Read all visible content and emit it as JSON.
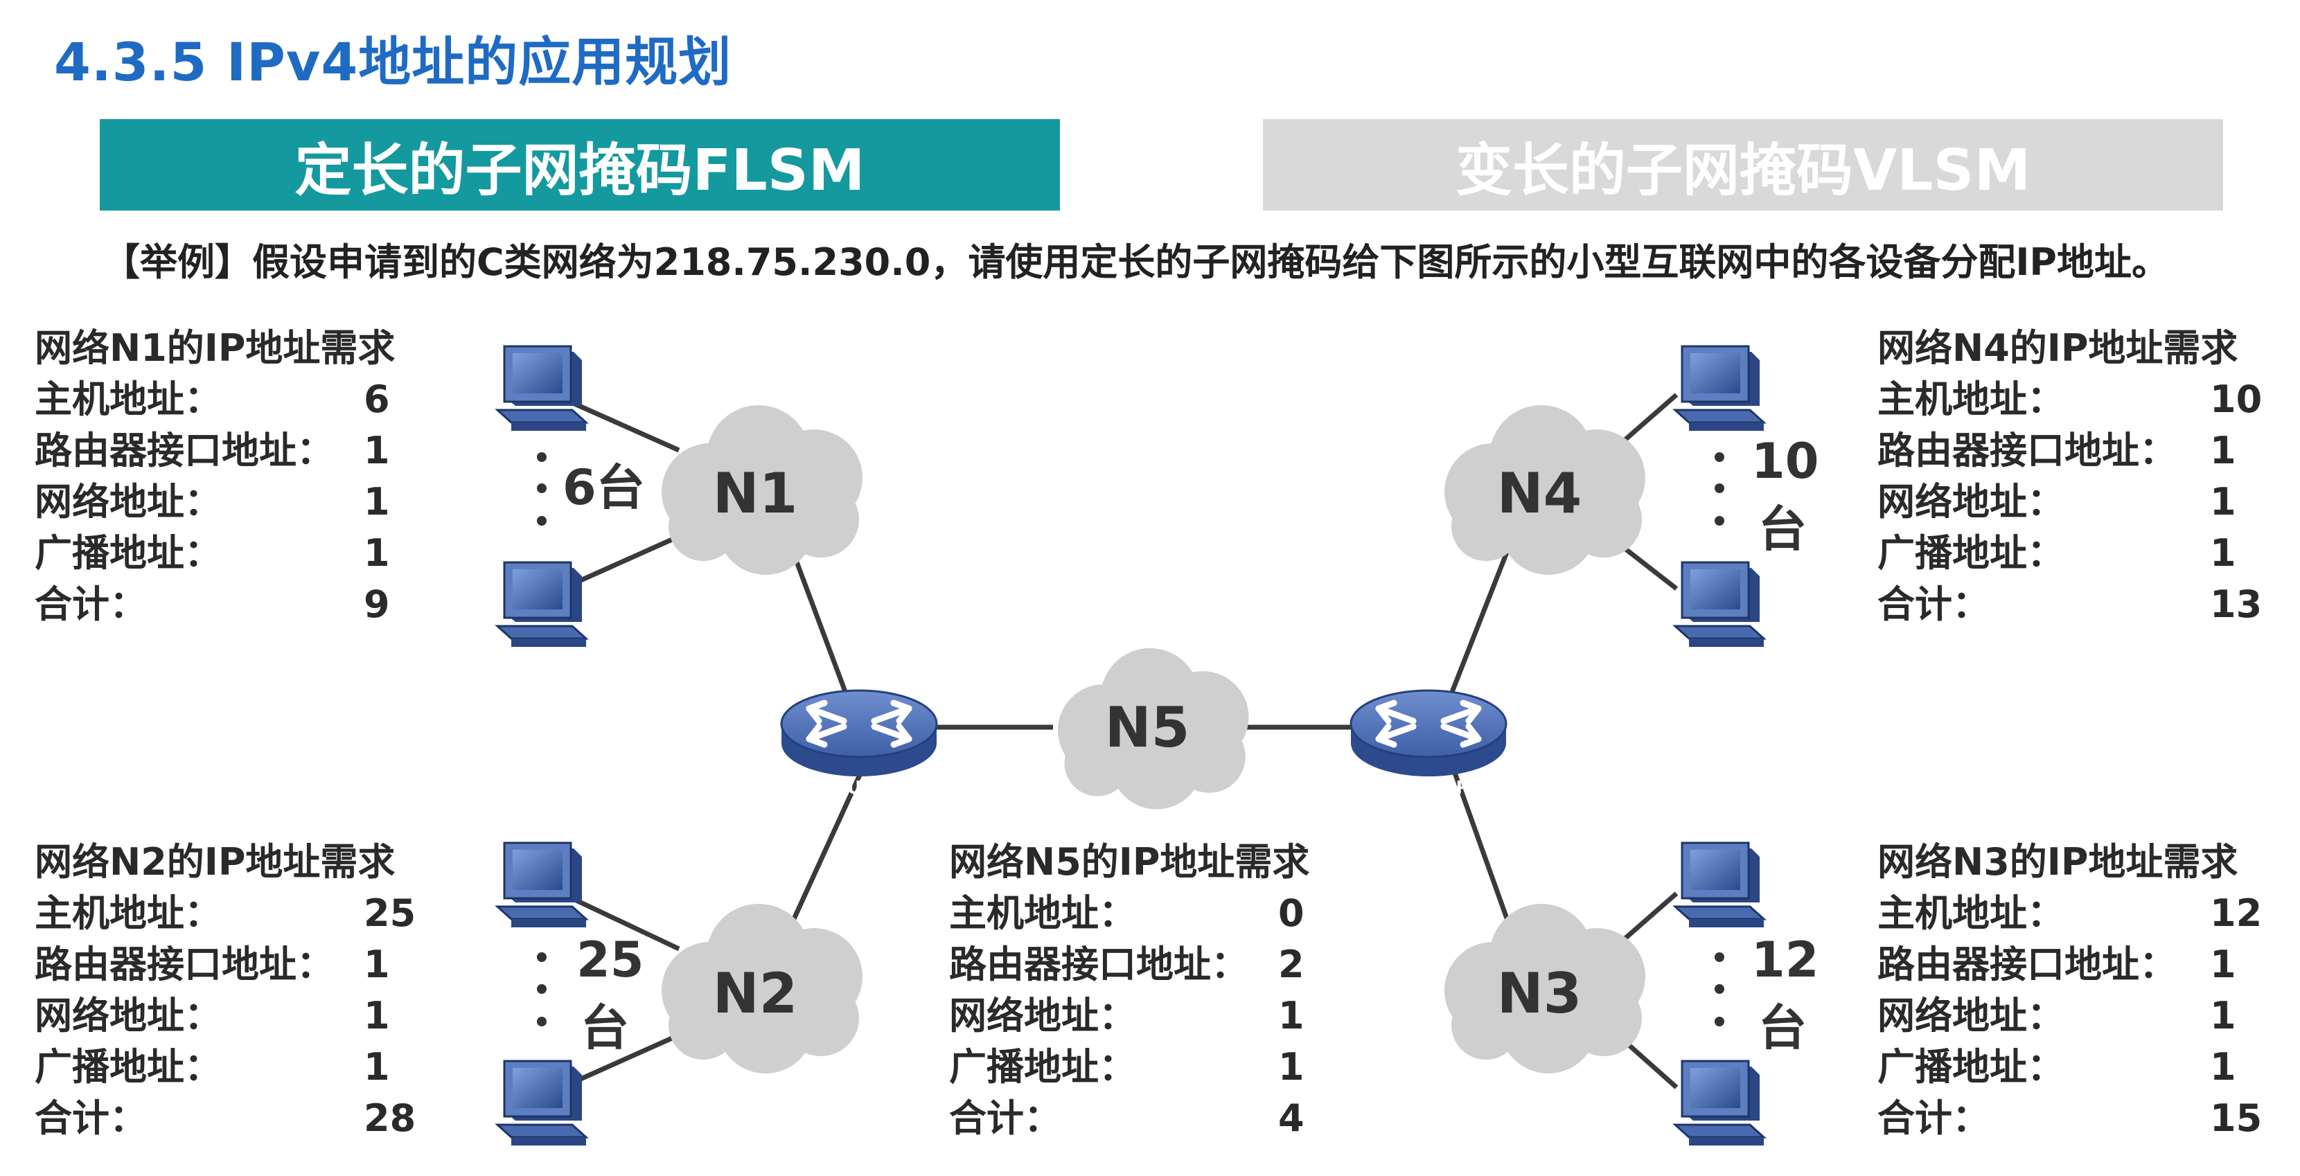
{
  "title": "4.3.5 IPv4地址的应用规划",
  "banners": {
    "flsm": "定长的子网掩码FLSM",
    "vlsm": "变长的子网掩码VLSM"
  },
  "example_text": "【举例】假设申请到的C类网络为218.75.230.0，请使用定长的子网掩码给下图所示的小型互联网中的各设备分配IP地址。",
  "networks": {
    "N1": {
      "label": "N1",
      "hosts_label": "6台"
    },
    "N2": {
      "label": "N2",
      "hosts_label_line1": "25",
      "hosts_label_line2": "台"
    },
    "N3": {
      "label": "N3",
      "hosts_label_line1": "12",
      "hosts_label_line2": "台"
    },
    "N4": {
      "label": "N4",
      "hosts_label_line1": "10",
      "hosts_label_line2": "台"
    },
    "N5": {
      "label": "N5"
    }
  },
  "router_label": "ROUTER",
  "requirements": {
    "N1": {
      "heading": "网络N1的IP地址需求",
      "rows": [
        {
          "label": "主机地址：",
          "value": "6"
        },
        {
          "label": "路由器接口地址：",
          "value": "1"
        },
        {
          "label": "网络地址：",
          "value": "1"
        },
        {
          "label": "广播地址：",
          "value": "1"
        },
        {
          "label": "合计：",
          "value": "9"
        }
      ]
    },
    "N2": {
      "heading": "网络N2的IP地址需求",
      "rows": [
        {
          "label": "主机地址：",
          "value": "25"
        },
        {
          "label": "路由器接口地址：",
          "value": "1"
        },
        {
          "label": "网络地址：",
          "value": "1"
        },
        {
          "label": "广播地址：",
          "value": "1"
        },
        {
          "label": "合计：",
          "value": "28"
        }
      ]
    },
    "N3": {
      "heading": "网络N3的IP地址需求",
      "rows": [
        {
          "label": "主机地址：",
          "value": "12"
        },
        {
          "label": "路由器接口地址：",
          "value": "1"
        },
        {
          "label": "网络地址：",
          "value": "1"
        },
        {
          "label": "广播地址：",
          "value": "1"
        },
        {
          "label": "合计：",
          "value": "15"
        }
      ]
    },
    "N4": {
      "heading": "网络N4的IP地址需求",
      "rows": [
        {
          "label": "主机地址：",
          "value": "10"
        },
        {
          "label": "路由器接口地址：",
          "value": "1"
        },
        {
          "label": "网络地址：",
          "value": "1"
        },
        {
          "label": "广播地址：",
          "value": "1"
        },
        {
          "label": "合计：",
          "value": "13"
        }
      ]
    },
    "N5": {
      "heading": "网络N5的IP地址需求",
      "rows": [
        {
          "label": "主机地址：",
          "value": "0"
        },
        {
          "label": "路由器接口地址：",
          "value": "2"
        },
        {
          "label": "网络地址：",
          "value": "1"
        },
        {
          "label": "广播地址：",
          "value": "1"
        },
        {
          "label": "合计：",
          "value": "4"
        }
      ]
    }
  },
  "colors": {
    "title": "#1f6bc4",
    "flsm_banner": "#14999e",
    "vlsm_banner": "#d9d9d9",
    "cloud": "#cfcfcf",
    "router": "#4a6fb5",
    "link": "#3a3a3a",
    "computer": "#3f5f9e"
  }
}
